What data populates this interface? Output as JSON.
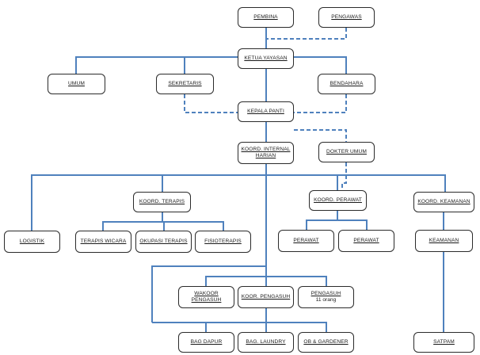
{
  "diagram": {
    "type": "organization-chart",
    "line_color": "#4f81bd",
    "nodes": [
      {
        "id": "pembina",
        "lines": [
          "PEMBINA"
        ]
      },
      {
        "id": "pengawas",
        "lines": [
          "PENGAWAS"
        ]
      },
      {
        "id": "ketua-yayasan",
        "lines": [
          "KETUA YAYASAN"
        ]
      },
      {
        "id": "umum",
        "lines": [
          "UMUM"
        ]
      },
      {
        "id": "sekretaris",
        "lines": [
          "SEKRETARIS"
        ]
      },
      {
        "id": "bendahara",
        "lines": [
          "BENDAHARA"
        ]
      },
      {
        "id": "kepala-panti",
        "lines": [
          "KEPALA PANTI"
        ]
      },
      {
        "id": "koord-internal-harian",
        "lines": [
          "KOORD. INTERNAL",
          "HARIAN"
        ]
      },
      {
        "id": "dokter-umum",
        "lines": [
          "DOKTER UMUM"
        ]
      },
      {
        "id": "koord-terapis",
        "lines": [
          "KOORD. TERAPIS"
        ]
      },
      {
        "id": "koord-perawat",
        "lines": [
          "KOORD. PERAWAT"
        ]
      },
      {
        "id": "koord-keamanan",
        "lines": [
          "KOORD. KEAMANAN"
        ]
      },
      {
        "id": "logistik",
        "lines": [
          "LOGISTIK"
        ]
      },
      {
        "id": "terapis-wicara",
        "lines": [
          "TERAPIS WICARA"
        ]
      },
      {
        "id": "okupasi-terapis",
        "lines": [
          "OKUPASI TERAPIS"
        ]
      },
      {
        "id": "fisioterapis",
        "lines": [
          "FISIOTERAPIS"
        ]
      },
      {
        "id": "perawat-1",
        "lines": [
          "PERAWAT"
        ]
      },
      {
        "id": "perawat-2",
        "lines": [
          "PERAWAT"
        ]
      },
      {
        "id": "keamanan",
        "lines": [
          "KEAMANAN"
        ]
      },
      {
        "id": "wakoor-pengasuh",
        "lines": [
          "WAKOOR",
          "PENGASUH"
        ]
      },
      {
        "id": "koor-pengasuh",
        "lines": [
          "KOOR. PENGASUH"
        ]
      },
      {
        "id": "pengasuh",
        "lines": [
          "PENGASUH"
        ],
        "sub": "11 orang"
      },
      {
        "id": "bag-dapur",
        "lines": [
          "BAG DAPUR"
        ]
      },
      {
        "id": "bag-laundry",
        "lines": [
          "BAG. LAUNDRY"
        ]
      },
      {
        "id": "ob-gardener",
        "lines": [
          "OB & GARDENER"
        ]
      },
      {
        "id": "satpam",
        "lines": [
          "SATPAM"
        ]
      }
    ],
    "connections": [
      {
        "from": "pembina",
        "to": "ketua-yayasan",
        "style": "solid"
      },
      {
        "from": "pengawas",
        "to": "ketua-yayasan",
        "style": "dashed"
      },
      {
        "from": "ketua-yayasan",
        "to": "umum",
        "style": "solid"
      },
      {
        "from": "ketua-yayasan",
        "to": "sekretaris",
        "style": "solid"
      },
      {
        "from": "ketua-yayasan",
        "to": "bendahara",
        "style": "solid"
      },
      {
        "from": "ketua-yayasan",
        "to": "kepala-panti",
        "style": "solid"
      },
      {
        "from": "sekretaris",
        "to": "kepala-panti",
        "style": "dashed"
      },
      {
        "from": "bendahara",
        "to": "kepala-panti",
        "style": "dashed"
      },
      {
        "from": "kepala-panti",
        "to": "koord-internal-harian",
        "style": "solid"
      },
      {
        "from": "kepala-panti",
        "to": "dokter-umum",
        "style": "dashed"
      },
      {
        "from": "dokter-umum",
        "to": "koord-perawat",
        "style": "dashed"
      },
      {
        "from": "koord-internal-harian",
        "to": "logistik",
        "style": "solid"
      },
      {
        "from": "koord-internal-harian",
        "to": "koord-terapis",
        "style": "solid"
      },
      {
        "from": "koord-internal-harian",
        "to": "koord-perawat",
        "style": "solid"
      },
      {
        "from": "koord-internal-harian",
        "to": "koord-keamanan",
        "style": "solid"
      },
      {
        "from": "koord-terapis",
        "to": "terapis-wicara",
        "style": "solid"
      },
      {
        "from": "koord-terapis",
        "to": "okupasi-terapis",
        "style": "solid"
      },
      {
        "from": "koord-terapis",
        "to": "fisioterapis",
        "style": "solid"
      },
      {
        "from": "koord-perawat",
        "to": "perawat-1",
        "style": "solid"
      },
      {
        "from": "koord-perawat",
        "to": "perawat-2",
        "style": "solid"
      },
      {
        "from": "koord-keamanan",
        "to": "keamanan",
        "style": "solid"
      },
      {
        "from": "keamanan",
        "to": "satpam",
        "style": "solid"
      },
      {
        "from": "koord-internal-harian",
        "to": "wakoor-pengasuh",
        "style": "solid"
      },
      {
        "from": "koord-internal-harian",
        "to": "koor-pengasuh",
        "style": "solid"
      },
      {
        "from": "koord-internal-harian",
        "to": "pengasuh",
        "style": "solid"
      },
      {
        "from": "koord-internal-harian",
        "to": "bag-dapur",
        "style": "solid"
      },
      {
        "from": "koord-internal-harian",
        "to": "bag-laundry",
        "style": "solid"
      },
      {
        "from": "koord-internal-harian",
        "to": "ob-gardener",
        "style": "solid"
      }
    ]
  }
}
